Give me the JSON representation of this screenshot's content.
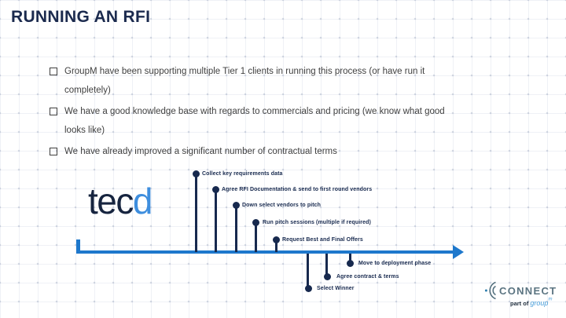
{
  "slide": {
    "title": "RUNNING AN RFI",
    "bullets": [
      {
        "line1": "GroupM have been supporting multiple Tier 1 clients in running this process (or have run it",
        "line2": "completely)"
      },
      {
        "line1": "We have a good knowledge base with regards to commercials and pricing (we know what good",
        "line2": "looks like)"
      },
      {
        "line1": "We have already improved a significant number of contractual terms"
      }
    ],
    "timeline": {
      "milestones": [
        {
          "label": "Collect key requirements data",
          "position": "above"
        },
        {
          "label": "Agree RFI Documentation & send to first round vendors",
          "position": "above"
        },
        {
          "label": "Down select vendors to pitch",
          "position": "above"
        },
        {
          "label": "Run pitch sessions (multiple if required)",
          "position": "above"
        },
        {
          "label": "Request Best and Final Offers",
          "position": "above"
        },
        {
          "label": "Move to deployment phase",
          "position": "below"
        },
        {
          "label": "Agree contract & terms",
          "position": "below"
        },
        {
          "label": "Select Winner",
          "position": "below"
        }
      ]
    },
    "logos": {
      "tecd": {
        "prefix": "tec",
        "suffix": "d"
      },
      "connect": {
        "wordmark": "CONNECT",
        "tagline_prefix": "part of ",
        "tagline_brand": "group",
        "tagline_sup": "m"
      }
    },
    "colors": {
      "title_navy": "#1b2a4e",
      "body_text": "#3f3f3f",
      "timeline_blue": "#1e78cc",
      "milestone_navy": "#17294e",
      "tecd_navy": "#16243f",
      "tecd_blue": "#3e8ede",
      "connect_slate": "#5b7481",
      "groupm_blue": "#4a9ed9"
    }
  }
}
